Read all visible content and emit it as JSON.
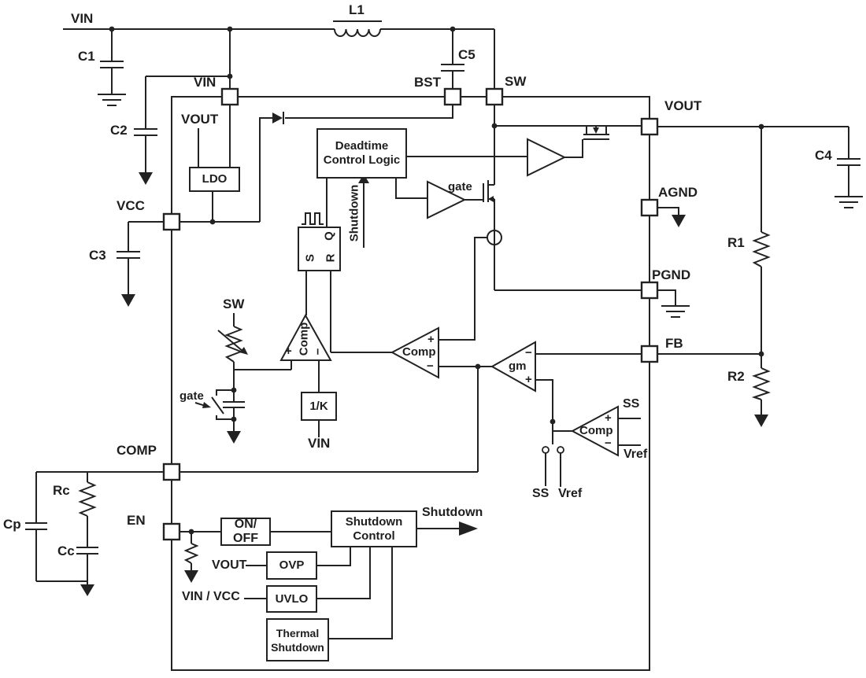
{
  "pins": {
    "vin": "VIN",
    "bst": "BST",
    "sw": "SW",
    "vout": "VOUT",
    "agnd": "AGND",
    "pgnd": "PGND",
    "fb": "FB",
    "vcc": "VCC",
    "comp": "COMP",
    "en": "EN"
  },
  "external": {
    "vin_rail": "VIN",
    "l1": "L1",
    "c1": "C1",
    "c2": "C2",
    "c3": "C3",
    "c4": "C4",
    "c5": "C5",
    "r1": "R1",
    "r2": "R2",
    "rc": "Rc",
    "cc": "Cc",
    "cp": "Cp"
  },
  "blocks": {
    "ldo": "LDO",
    "deadtime_line1": "Deadtime",
    "deadtime_line2": "Control Logic",
    "inv_k": "1/K",
    "latch_s": "S",
    "latch_r": "R",
    "latch_q": "Q",
    "on_off_line1": "ON/",
    "on_off_line2": "OFF",
    "shutdown_ctrl_line1": "Shutdown",
    "shutdown_ctrl_line2": "Control",
    "ovp": "OVP",
    "uvlo": "UVLO",
    "thermal_line1": "Thermal",
    "thermal_line2": "Shutdown"
  },
  "amps": {
    "pwm_comp": "Comp",
    "current_comp": "Comp",
    "gm": "gm",
    "ss_comp": "Comp",
    "plus": "+",
    "minus": "−"
  },
  "signals": {
    "shutdown_into_deadtime": "Shutdown",
    "shutdown_output": "Shutdown",
    "gate_driver": "gate",
    "gate_switch": "gate",
    "sw_ramp": "SW",
    "vin_divider": "VIN",
    "ldo_input": "VOUT",
    "ss_upper": "SS",
    "vref_upper": "Vref",
    "ss_lower": "SS",
    "vref_lower": "Vref",
    "ovp_input": "VOUT",
    "uvlo_input": "VIN / VCC"
  },
  "colors": {
    "line": "#222222",
    "background": "#ffffff"
  }
}
